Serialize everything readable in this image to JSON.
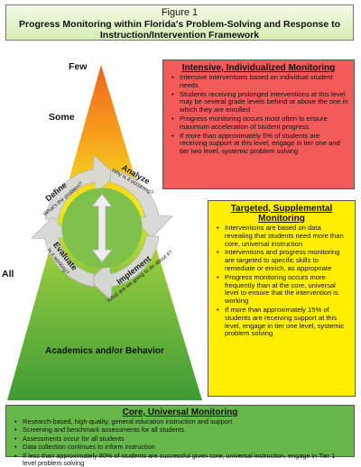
{
  "figure": {
    "label": "Figure 1",
    "title": "Progress Monitoring within Florida's Problem-Solving and Response to Instruction/Intervention Framework"
  },
  "pyramid": {
    "level_few": "Few",
    "level_some": "Some",
    "level_all": "All",
    "base_label": "Academics and/or Behavior"
  },
  "cycle": {
    "define": {
      "label": "Define",
      "question": "What's the problem?"
    },
    "analyze": {
      "label": "Analyze",
      "question": "Why is it occurring?"
    },
    "implement": {
      "label": "Implement",
      "question": "What are we going to do about it?"
    },
    "evaluate": {
      "label": "Evaluate",
      "question": "Is it working?"
    }
  },
  "intensive": {
    "heading": "Intensive, Individualized Monitoring",
    "items": [
      "Intensive interventions based on individual student needs",
      "Students receiving prolonged interventions at this level may be several grade levels behind or above the one in which they are enrolled",
      "Progress monitoring occurs most often to ensure maximum acceleration of student progress",
      "If more than approximately 5% of students are receiving support at this level, engage in tier one and tier two level, systemic problem solving"
    ]
  },
  "targeted": {
    "heading": "Targeted, Supplemental Monitoring",
    "items": [
      "Interventions are based on data revealing that students need more than core, universal instruction",
      "Interventions and progress monitoring are targeted to specific skills to remediate or enrich, as appropriate",
      "Progress monitoring occurs more frequently than at the core, universal level to ensure that the intervention is working",
      "If more than approximately 15% of students are receiving support at this level, engage in tier one level, systemic problem solving"
    ]
  },
  "core": {
    "heading": "Core, Universal Monitoring",
    "items": [
      "Research-based, high-quality, general education instruction and support",
      "Screening and benchmark assessments for all students",
      "Assessments occur for all students",
      "Data collection continues to inform instruction",
      "If less than approximately 80% of students are successful given core, universal instruction, engage in Tier 1 level problem solving"
    ]
  },
  "colors": {
    "tier_red": "#f35a5a",
    "tier_yellow": "#ffee00",
    "tier_green": "#67b74a",
    "pyramid_top": "#f0641e",
    "pyramid_bottom": "#3f9b35"
  }
}
